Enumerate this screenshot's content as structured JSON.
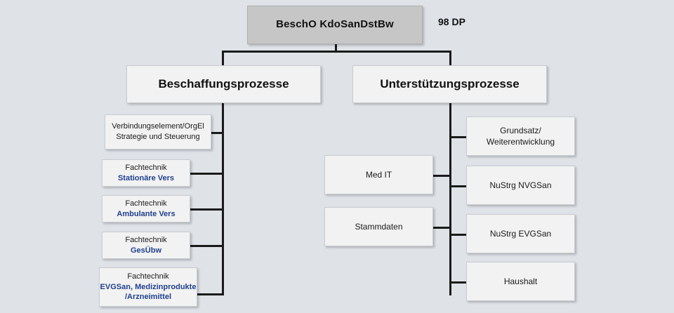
{
  "diagram": {
    "title_box": {
      "label": "BeschO KdoSanDstBw"
    },
    "side_label": {
      "text": "98 DP"
    },
    "branches": [
      {
        "label": "Beschaffungsprozesse"
      },
      {
        "label": "Unterstützungsprozesse"
      }
    ],
    "left_children": [
      {
        "lines": [
          {
            "text": "Verbindungselement/OrgEl",
            "style": "black"
          },
          {
            "text": "Strategie und Steuerung",
            "style": "black"
          }
        ]
      },
      {
        "lines": [
          {
            "text": "Fachtechnik",
            "style": "black"
          },
          {
            "text": "Stationäre Vers",
            "style": "blue"
          }
        ]
      },
      {
        "lines": [
          {
            "text": "Fachtechnik",
            "style": "black"
          },
          {
            "text": "Ambulante Vers",
            "style": "blue"
          }
        ]
      },
      {
        "lines": [
          {
            "text": "Fachtechnik",
            "style": "black"
          },
          {
            "text": "GesÜbw",
            "style": "blue"
          }
        ]
      },
      {
        "lines": [
          {
            "text": "Fachtechnik",
            "style": "black"
          },
          {
            "text": "EVGSan, Medizinprodukte",
            "style": "blue"
          },
          {
            "text": "/Arzneimittel",
            "style": "blue"
          }
        ]
      }
    ],
    "right_inner_children": [
      {
        "lines": [
          {
            "text": "Med IT",
            "style": "black"
          }
        ]
      },
      {
        "lines": [
          {
            "text": "Stammdaten",
            "style": "black"
          }
        ]
      }
    ],
    "right_outer_children": [
      {
        "lines": [
          {
            "text": "Grundsatz/",
            "style": "black"
          },
          {
            "text": "Weiterentwicklung",
            "style": "black"
          }
        ]
      },
      {
        "lines": [
          {
            "text": "NuStrg NVGSan",
            "style": "black"
          }
        ]
      },
      {
        "lines": [
          {
            "text": "NuStrg EVGSan",
            "style": "black"
          }
        ]
      },
      {
        "lines": [
          {
            "text": "Haushalt",
            "style": "black"
          }
        ]
      }
    ],
    "colors": {
      "background": "#dfe3e8",
      "root_fill": "#c6c6c6",
      "node_fill": "#f2f2f2",
      "connector": "#1a1a1a",
      "accent_text": "#1f3f8f"
    }
  }
}
